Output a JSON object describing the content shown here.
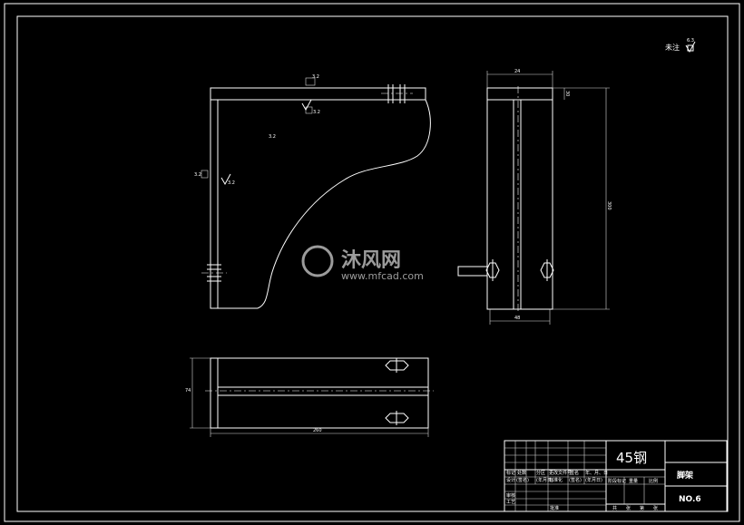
{
  "drawing": {
    "surface_note": "未注",
    "surface_note_value": "6.3",
    "roughness_labels": [
      "3.2",
      "3.2",
      "3.2",
      "3.2",
      "3.2"
    ],
    "front_view": {
      "dims": [
        "3.2",
        "3.2"
      ]
    },
    "side_view": {
      "top_dim": "24",
      "small_dim": "30",
      "height_dim": "300",
      "bottom_dim": "48"
    },
    "top_view": {
      "left_dim": "74",
      "bottom_dim": "260"
    },
    "title_block": {
      "material": "45钢",
      "part_name": "脚架",
      "drawing_no": "NO.6",
      "row_labels_a": [
        "标记",
        "处数",
        "分区",
        "更改文件号",
        "签名",
        "年、月、日"
      ],
      "row_labels_b": [
        "设计",
        "(签名)",
        "(年月日)",
        "标准化",
        "(签名)",
        "(年月日)"
      ],
      "stage_labels": [
        "阶段标记",
        "重量",
        "比例"
      ],
      "sheet_labels": [
        "共",
        "张",
        "第",
        "张"
      ],
      "approve_labels": [
        "审核",
        "工艺",
        "批准"
      ]
    },
    "watermark": {
      "cn": "沐风网",
      "url": "www.mfcad.com"
    },
    "colors": {
      "background": "#000000",
      "lines": "#ffffff"
    }
  }
}
